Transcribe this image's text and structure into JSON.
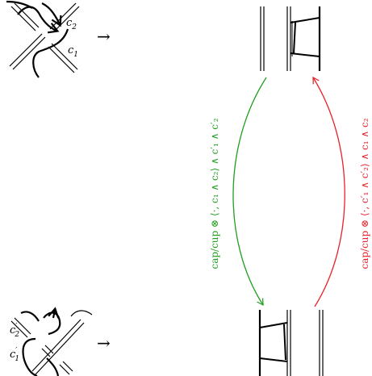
{
  "top": {
    "label_c2": "c",
    "label_c2_sub": "2",
    "label_c1": "c",
    "label_c1_sub": "1",
    "arrow": "→"
  },
  "bottom": {
    "label_c2p": "c",
    "label_c2p_sub": "2",
    "label_c2p_prime": "′",
    "label_c1p": "c",
    "label_c1p_sub": "1",
    "label_c1p_prime": "′",
    "arrow": "→"
  },
  "green_label": "cap/cup ⊗ ⟨·, c₁ ∧ c₂⟩ ∧ c′₁ ∧ c′₂",
  "red_label": "cap/cup ⊗ ⟨·, c′₁ ∧ c′₂⟩ ∧ c₁ ∧ c₂",
  "colors": {
    "green": "#1f9e1f",
    "red": "#e8222a",
    "ink": "#000000"
  }
}
